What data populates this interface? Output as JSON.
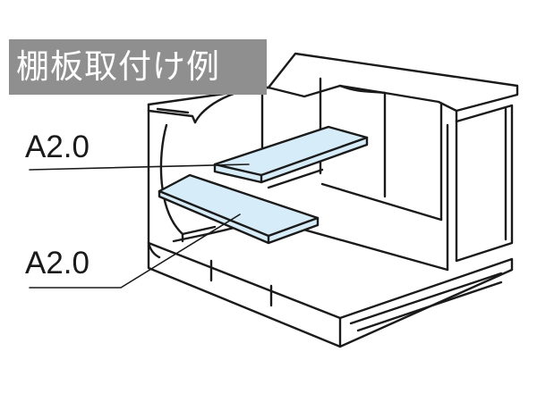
{
  "title": "棚板取付け例",
  "callouts": [
    {
      "label": "A2.0",
      "target": "upper-shelf"
    },
    {
      "label": "A2.0",
      "target": "lower-shelf"
    }
  ],
  "colors": {
    "shelf_fill": "#d6ecf8",
    "line": "#1a1a1a",
    "title_background": "#8f8f8f",
    "title_text": "#ffffff"
  }
}
